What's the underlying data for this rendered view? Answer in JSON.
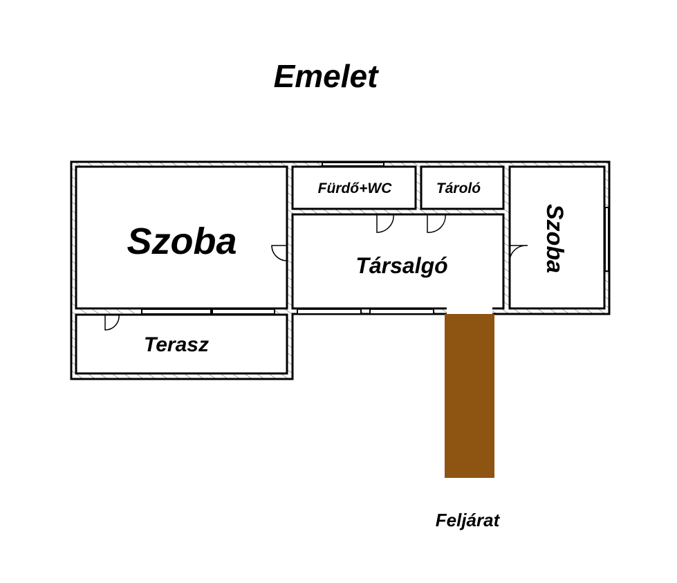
{
  "title": "Emelet",
  "rooms": {
    "szoba_left": "Szoba",
    "terasz": "Terasz",
    "furdo": "Fürdő+WC",
    "tarolo": "Tároló",
    "tarsalgo": "Társalgó",
    "szoba_right": "Szoba"
  },
  "stairs_label": "Feljárat",
  "colors": {
    "stairs": "#8E5412",
    "wall": "#000000"
  }
}
